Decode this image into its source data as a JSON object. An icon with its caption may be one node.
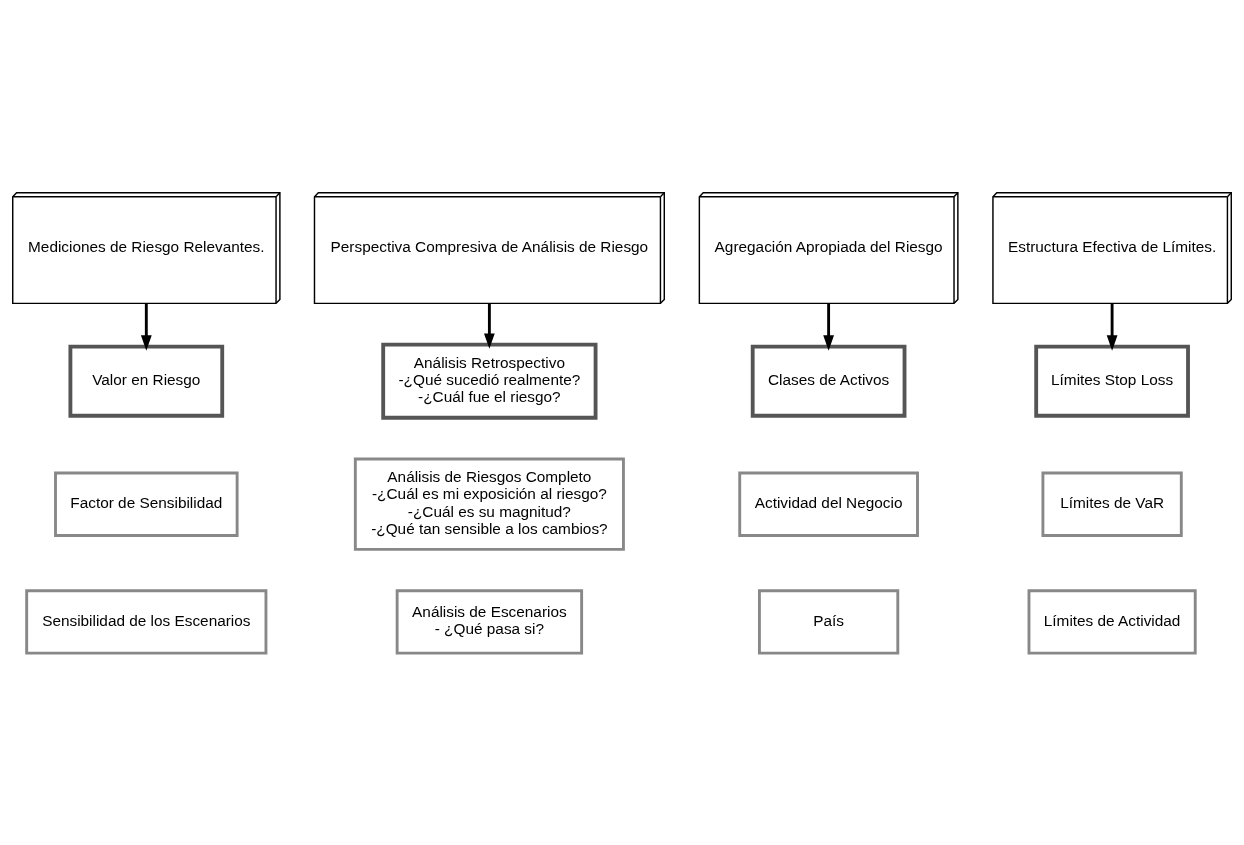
{
  "diagram": {
    "nodes": [
      {
        "text": [
          "Mediciones de Riesgo Relevantes."
        ]
      },
      {
        "text": [
          "Valor en Riesgo"
        ]
      },
      {
        "text": [
          "Factor de Sensibilidad"
        ]
      },
      {
        "text": [
          "Sensibilidad de los Escenarios"
        ]
      },
      {
        "text": [
          "Perspectiva Compresiva de Análisis de Riesgo"
        ]
      },
      {
        "text": [
          "Análisis Retrospectivo",
          "-¿Qué sucedió realmente?",
          "-¿Cuál fue el riesgo?"
        ]
      },
      {
        "text": [
          "Análisis de Riesgos Completo",
          "-¿Cuál es mi exposición al riesgo?",
          "-¿Cuál es su magnitud?",
          "-¿Qué tan sensible a los cambios?"
        ]
      },
      {
        "text": [
          "Análisis de Escenarios",
          "- ¿Qué pasa si?"
        ]
      },
      {
        "text": [
          "Agregación Apropiada del Riesgo"
        ]
      },
      {
        "text": [
          "Clases de Activos"
        ]
      },
      {
        "text": [
          "Actividad del Negocio"
        ]
      },
      {
        "text": [
          "País"
        ]
      },
      {
        "text": [
          "Estructura Efectiva de Límites."
        ]
      },
      {
        "text": [
          "Límites Stop Loss"
        ]
      },
      {
        "text": [
          "Límites de VaR"
        ]
      },
      {
        "text": [
          "Límites de Actividad"
        ]
      }
    ],
    "edges": [
      {
        "from": 0,
        "to": 1,
        "arrow": "to"
      },
      {
        "from": 4,
        "to": 5,
        "arrow": "to"
      },
      {
        "from": 8,
        "to": 9,
        "arrow": "to"
      },
      {
        "from": 12,
        "to": 13,
        "arrow": "to"
      }
    ]
  }
}
